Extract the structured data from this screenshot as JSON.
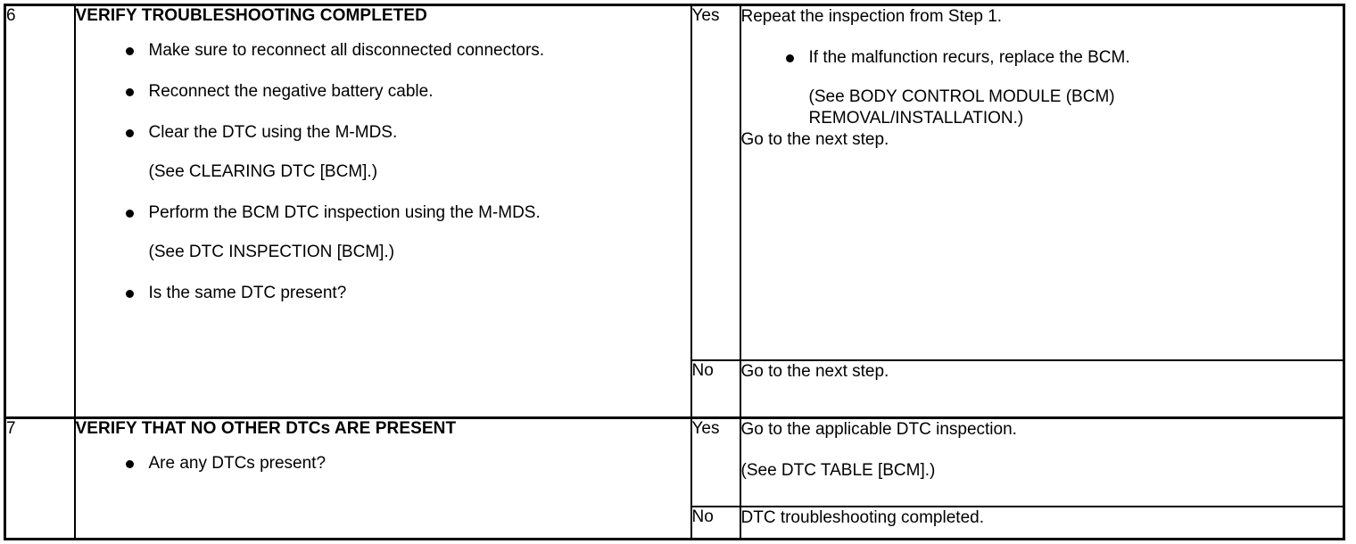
{
  "document": {
    "type": "dtc-troubleshooting-table",
    "bullet_glyph": "filled-circle",
    "colors": {
      "text": "#000000",
      "background": "#ffffff",
      "border": "#000000"
    }
  },
  "rows": [
    {
      "step": "6",
      "title": "VERIFY TROUBLESHOOTING COMPLETED",
      "bullets": [
        {
          "text": "Make sure to reconnect all disconnected connectors."
        },
        {
          "text": "Reconnect the negative battery cable."
        },
        {
          "text": "Clear the DTC using the M-MDS.",
          "note": "(See CLEARING DTC [BCM].)"
        },
        {
          "text": "Perform the BCM DTC inspection using the M-MDS.",
          "note": "(See DTC INSPECTION [BCM].)"
        },
        {
          "text": "Is the same DTC present?"
        }
      ],
      "judgements": [
        {
          "label": "Yes",
          "lead": "Repeat the inspection from Step 1.",
          "bullets": [
            {
              "text": "If the malfunction recurs, replace the BCM.",
              "note_line1": "(See BODY CONTROL MODULE (BCM)",
              "note_line2": "REMOVAL/INSTALLATION.)"
            }
          ],
          "tail": "Go to the next step."
        },
        {
          "label": "No",
          "lead": "Go to the next step."
        }
      ]
    },
    {
      "step": "7",
      "title": "VERIFY THAT NO OTHER DTCs ARE PRESENT",
      "bullets": [
        {
          "text": "Are any DTCs present?"
        }
      ],
      "judgements": [
        {
          "label": "Yes",
          "lead": "Go to the applicable DTC inspection.",
          "tail": "(See DTC TABLE [BCM].)"
        },
        {
          "label": "No",
          "lead": "DTC troubleshooting completed."
        }
      ]
    }
  ]
}
